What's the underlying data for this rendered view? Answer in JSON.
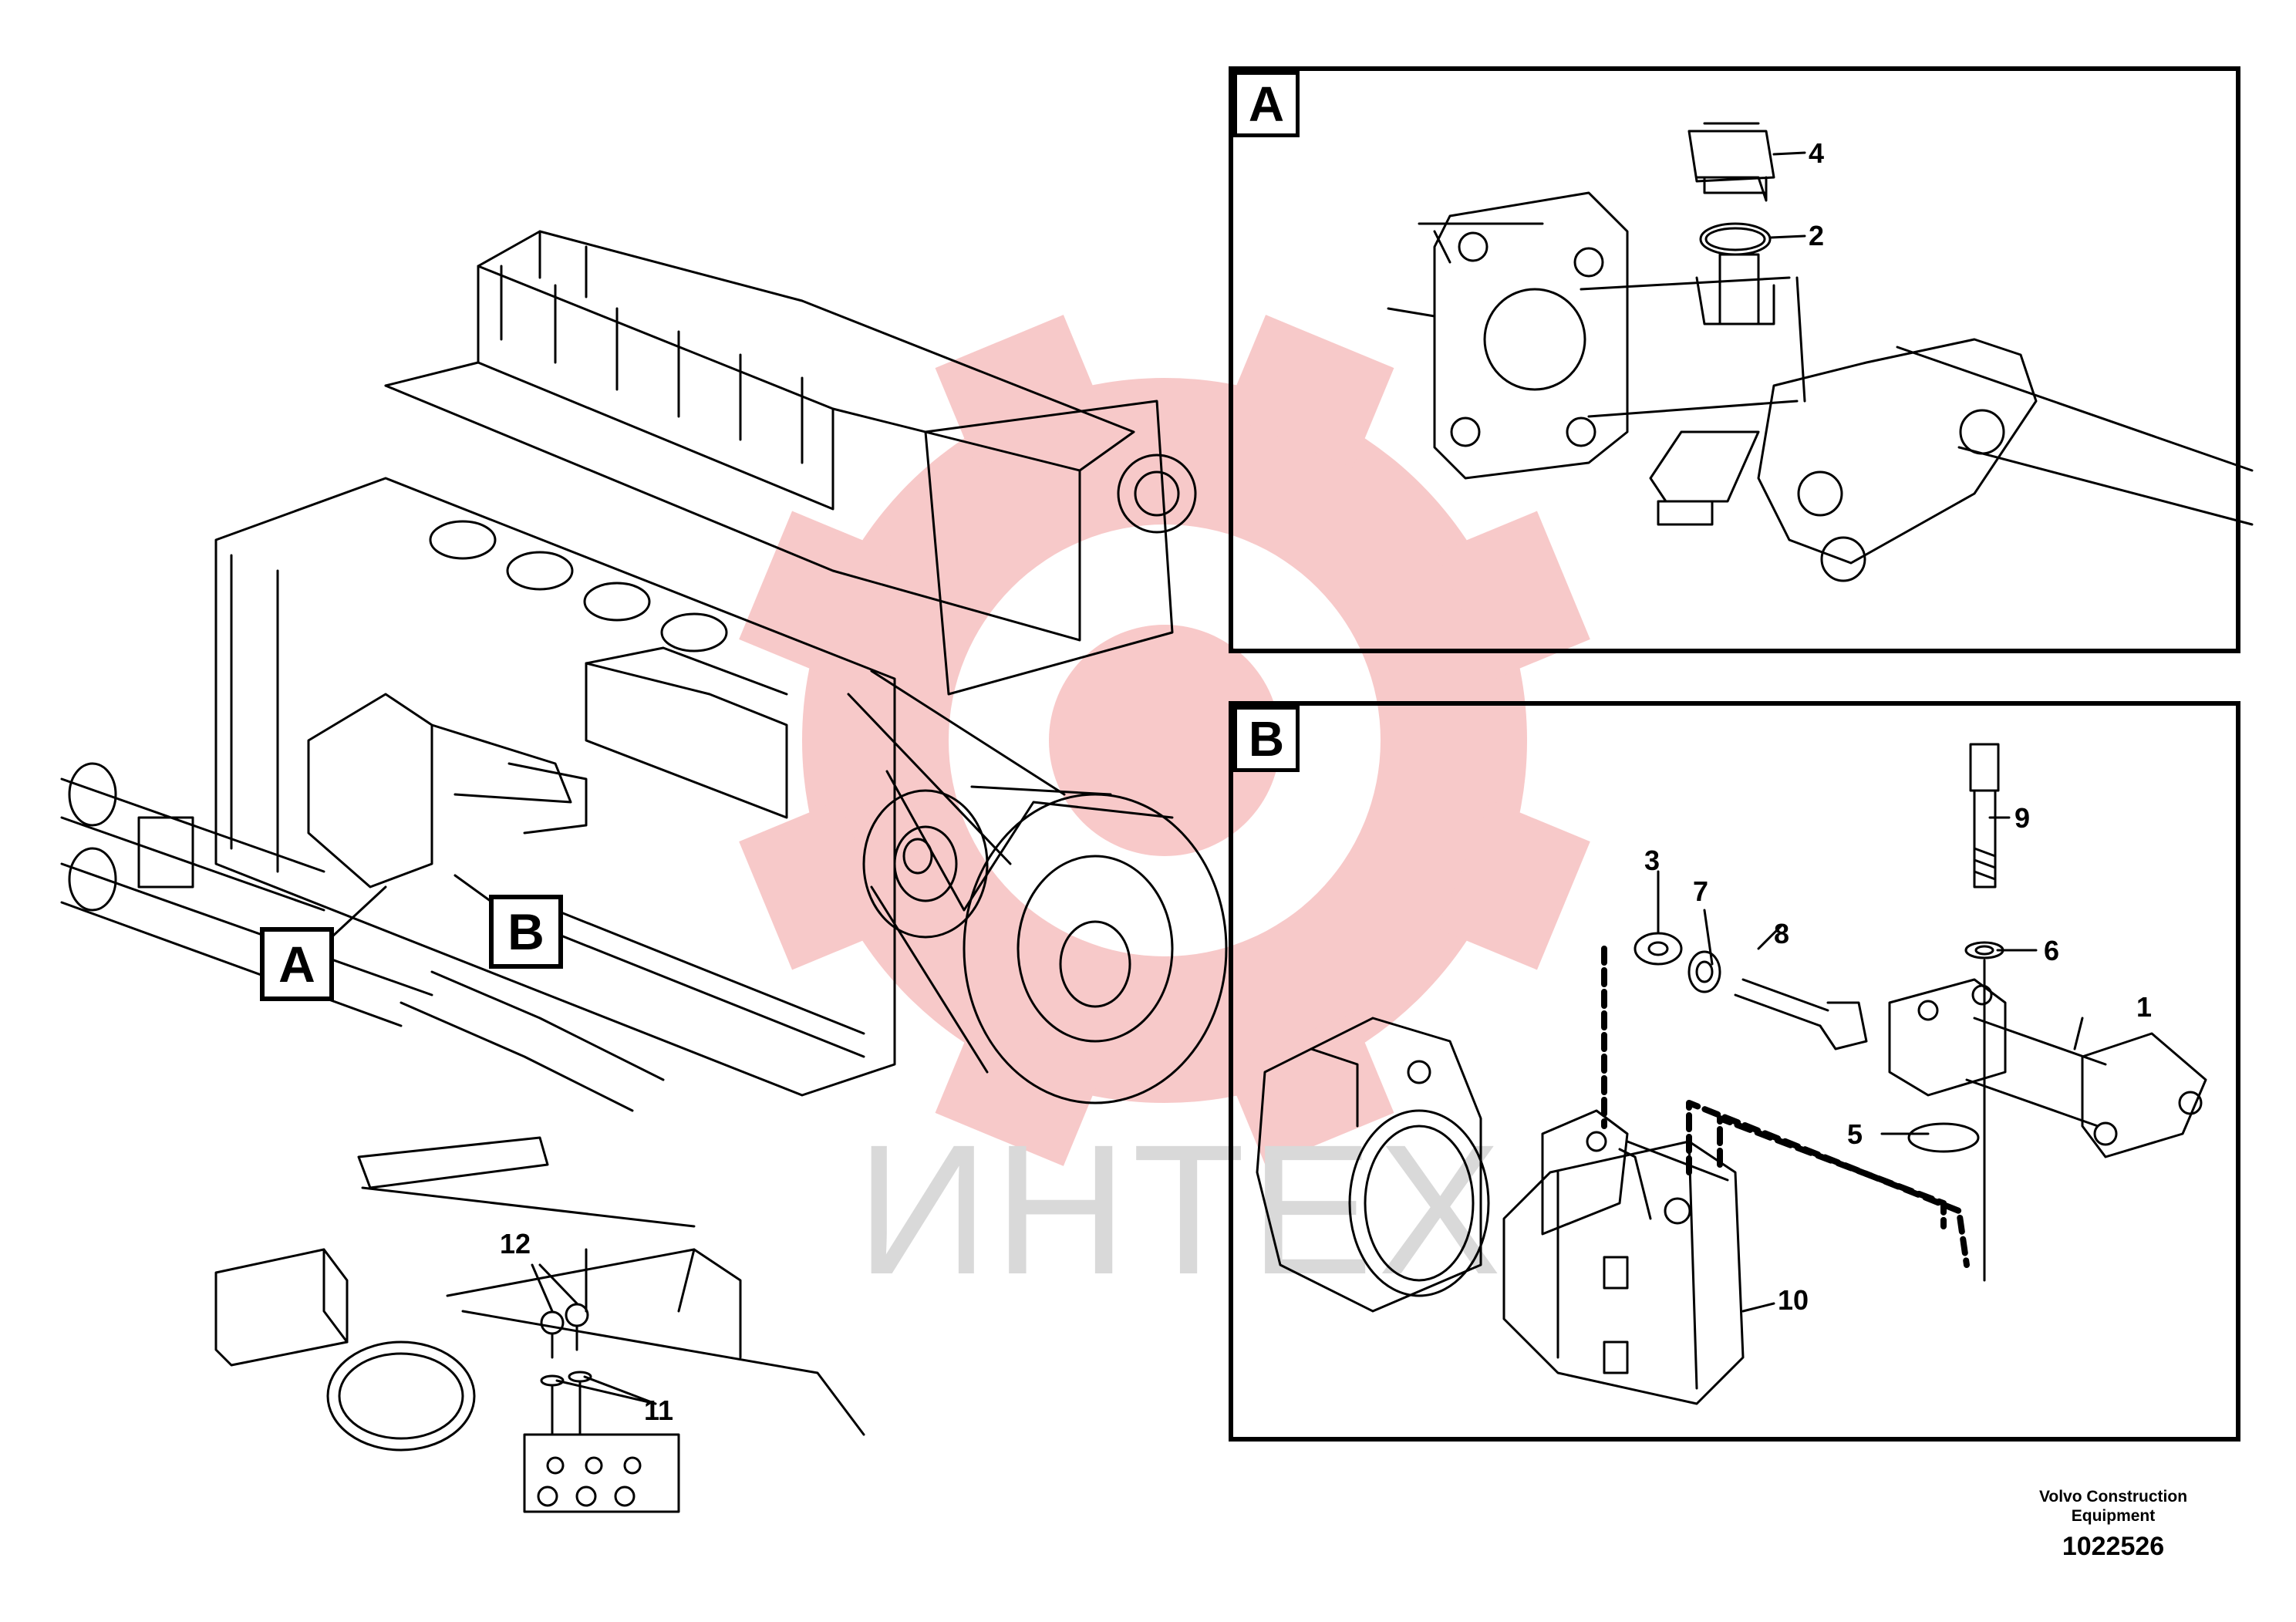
{
  "watermark": {
    "text": "ИНТЕХ",
    "color": "#f5b7b7"
  },
  "detail_a": {
    "label": "A",
    "callout_label": "A",
    "parts": [
      "4",
      "2"
    ]
  },
  "detail_b": {
    "label": "B",
    "callout_label": "B",
    "parts": [
      "3",
      "7",
      "8",
      "9",
      "6",
      "1",
      "5",
      "10"
    ]
  },
  "bottom_detail": {
    "parts": [
      "12",
      "11"
    ]
  },
  "footer": {
    "brand_line1": "Volvo Construction",
    "brand_line2": "Equipment",
    "drawing_number": "1022526"
  }
}
